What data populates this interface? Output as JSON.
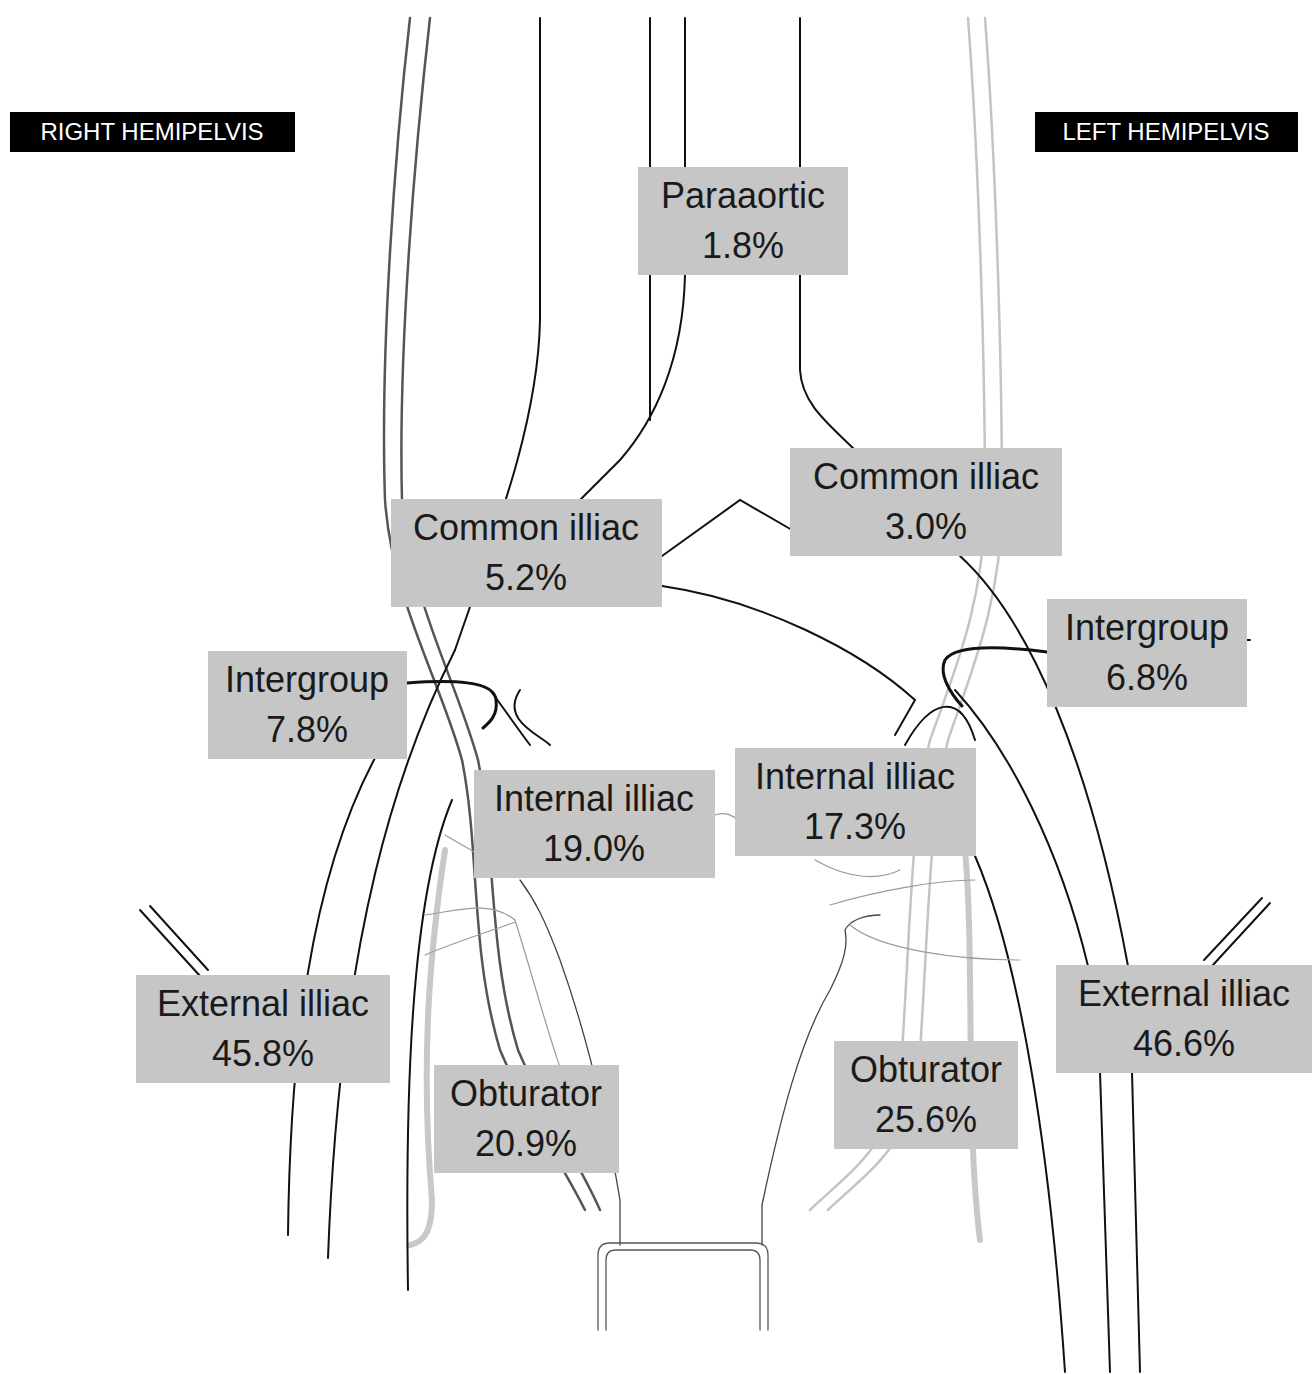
{
  "diagram": {
    "nodes": [
      {
        "text": [
          "RIGHT HEMIPELVIS"
        ]
      },
      {
        "text": [
          "LEFT HEMIPELVIS"
        ]
      },
      {
        "text": [
          "Paraaortic",
          "1.8%"
        ]
      },
      {
        "text": [
          "Common illiac",
          "3.0%"
        ]
      },
      {
        "text": [
          "Common illiac",
          "5.2%"
        ]
      },
      {
        "text": [
          "Intergroup",
          "6.8%"
        ]
      },
      {
        "text": [
          "Intergroup",
          "7.8%"
        ]
      },
      {
        "text": [
          "Internal illiac",
          "17.3%"
        ]
      },
      {
        "text": [
          "Internal illiac",
          "19.0%"
        ]
      },
      {
        "text": [
          "External illiac",
          "46.6%"
        ]
      },
      {
        "text": [
          "External illiac",
          "45.8%"
        ]
      },
      {
        "text": [
          "Obturator",
          "25.6%"
        ]
      },
      {
        "text": [
          "Obturator",
          "20.9%"
        ]
      }
    ]
  }
}
